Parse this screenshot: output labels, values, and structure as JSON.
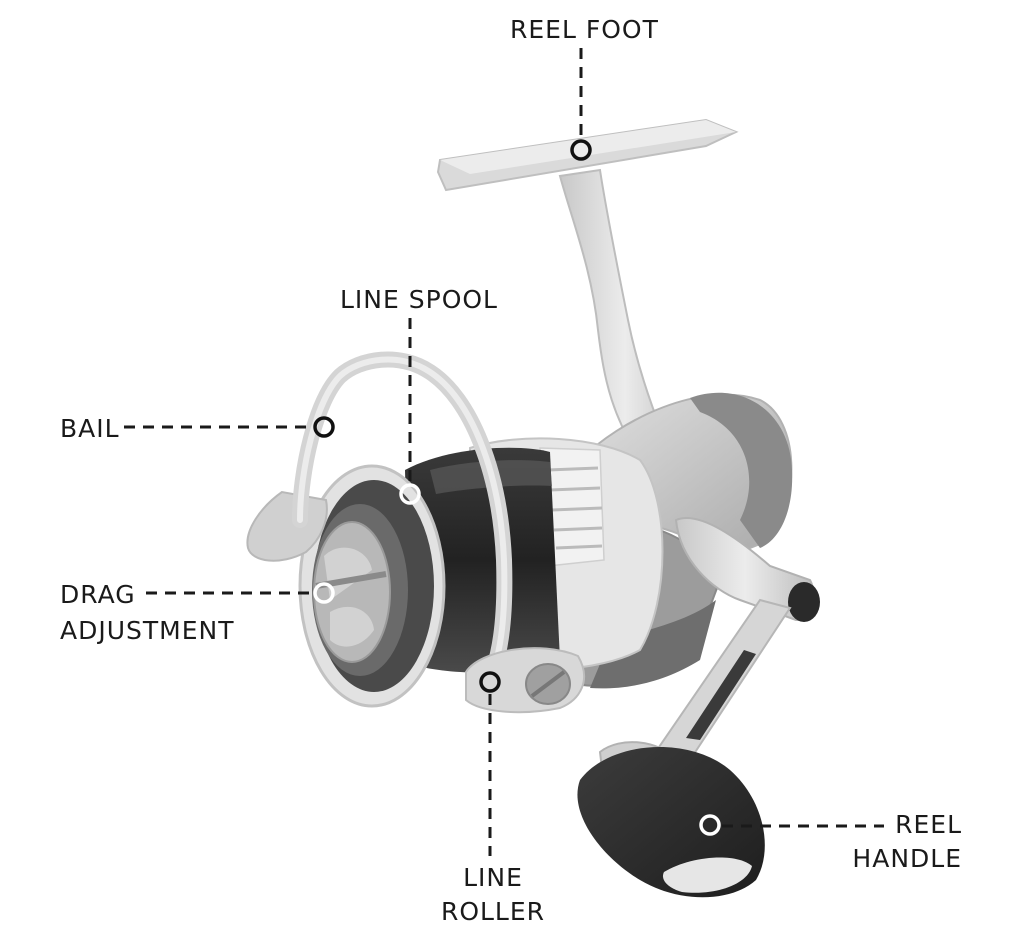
{
  "labels": {
    "reel_foot": "REEL FOOT",
    "line_spool": "LINE SPOOL",
    "bail": "BAIL",
    "drag_line1": "DRAG",
    "drag_line2": "ADJUSTMENT",
    "line_roller_line1": "LINE",
    "line_roller_line2": "ROLLER",
    "reel_handle_line1": "REEL",
    "reel_handle_line2": "HANDLE"
  },
  "colors": {
    "background": "#ffffff",
    "label_text": "#1a1a1a",
    "light_metal": "#d8d8d8",
    "mid_gray": "#9a9a9a",
    "dark_gray": "#555555",
    "near_black": "#2e2e2e"
  }
}
